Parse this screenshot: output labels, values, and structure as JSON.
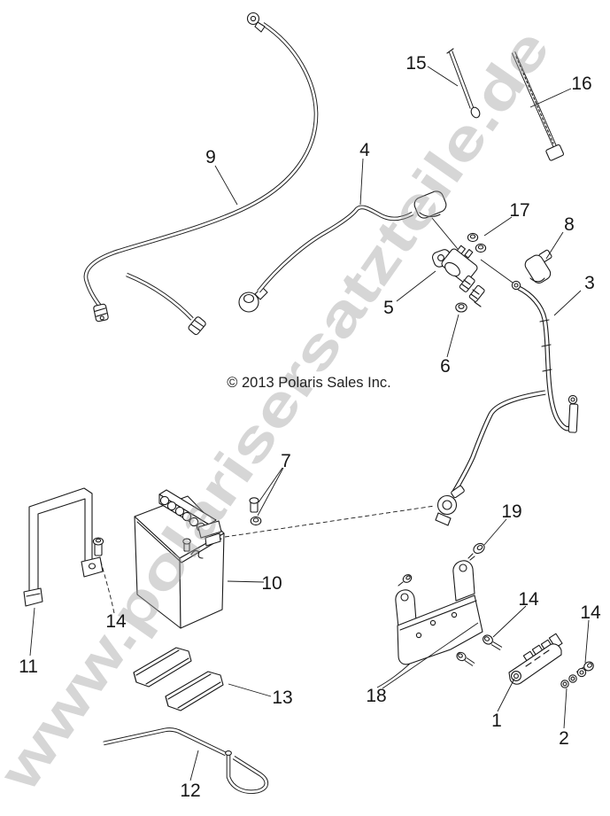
{
  "diagram": {
    "watermark": "www.polarisersatzteile.de",
    "copyright": "© 2013 Polaris Sales Inc."
  },
  "colors": {
    "background": "#ffffff",
    "line": "#1a1a1a",
    "watermark": "#cccccc"
  },
  "callouts": [
    {
      "text": "9"
    },
    {
      "text": "15"
    },
    {
      "text": "16"
    },
    {
      "text": "4"
    },
    {
      "text": "17"
    },
    {
      "text": "8"
    },
    {
      "text": "3"
    },
    {
      "text": "5"
    },
    {
      "text": "6"
    },
    {
      "text": "7"
    },
    {
      "text": "19"
    },
    {
      "text": "10"
    },
    {
      "text": "14"
    },
    {
      "text": "11"
    },
    {
      "text": "13"
    },
    {
      "text": "12"
    },
    {
      "text": "18"
    },
    {
      "text": "14"
    },
    {
      "text": "14"
    },
    {
      "text": "1"
    },
    {
      "text": "2"
    }
  ]
}
